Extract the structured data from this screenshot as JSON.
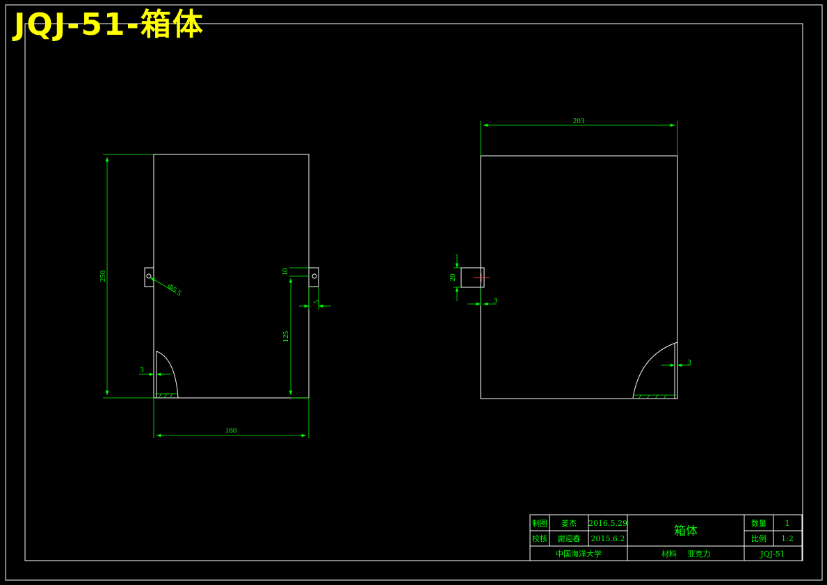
{
  "title": "JQJ-51-箱体",
  "dimensions": {
    "front": {
      "height": "250",
      "width": "160",
      "hole_dia": "Φ5.5",
      "slot_w": "10",
      "slot_h": "125",
      "slot_small": "5",
      "wall": "3"
    },
    "side": {
      "width": "203",
      "hole": "20",
      "wall_a": "3",
      "wall_b": "3"
    }
  },
  "title_block": {
    "row1": {
      "label": "制图",
      "name": "姜杰",
      "date": "2016.5.29"
    },
    "row2": {
      "label": "校核",
      "name": "謝迎春",
      "date": "2015.6.2"
    },
    "part_name": "箱体",
    "qty_label": "数量",
    "qty_value": "1",
    "scale_label": "比例",
    "scale_value": "1:2",
    "school": "中国海洋大学",
    "material_label": "材料",
    "material_value": "亚克力",
    "drawing_no": "JQJ-51"
  }
}
